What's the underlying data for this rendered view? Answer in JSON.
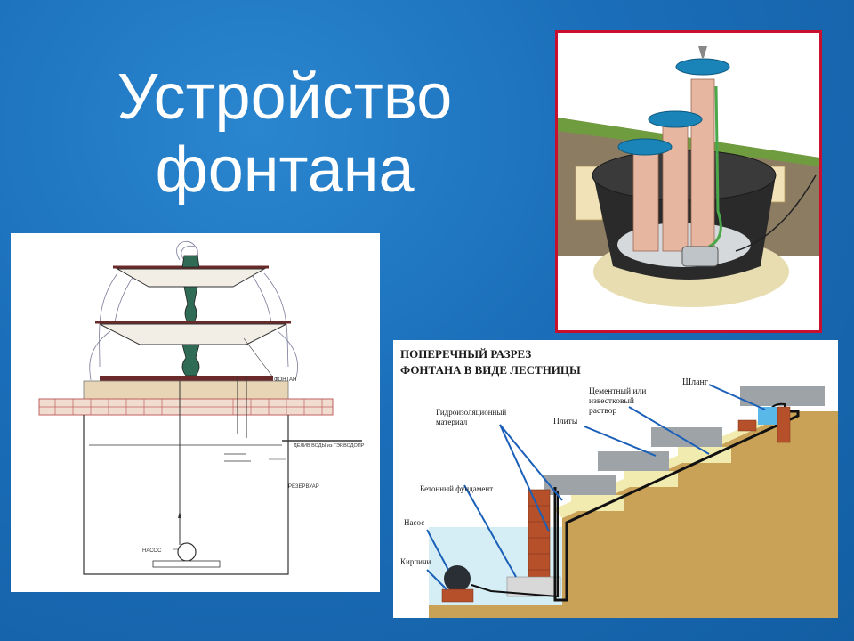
{
  "title": {
    "line1": "Устройство",
    "line2": "фонтана"
  },
  "left_diagram": {
    "label_fountain": "ФОНТАН",
    "label_water": "ДЕЛИВ ВОДЫ из ГЭР.ВОДОПР",
    "label_reservoir": "РЕЗЕРВУАР",
    "label_pump": "НАСОС"
  },
  "stair_diagram": {
    "heading_line1": "ПОПЕРЕЧНЫЙ РАЗРЕЗ",
    "heading_line2": "ФОНТАНА В ВИДЕ ЛЕСТНИЦЫ",
    "label_hose": "Шланг",
    "label_mortar_1": "Цементный или",
    "label_mortar_2": "известковый",
    "label_mortar_3": "раствор",
    "label_slabs": "Плиты",
    "label_waterproof_1": "Гидроизоляционный",
    "label_waterproof_2": "материал",
    "label_foundation": "Бетонный фундамент",
    "label_pump": "Насос",
    "label_bricks": "Кирпичи"
  },
  "colors": {
    "background": "#1a6db8",
    "photo_border": "#c8102e",
    "title": "#ffffff"
  }
}
